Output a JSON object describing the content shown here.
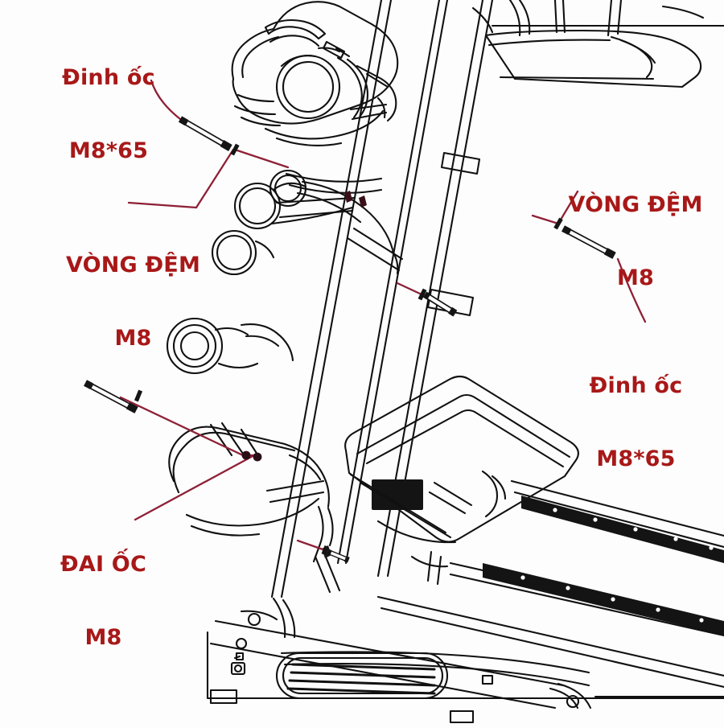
{
  "diagram": {
    "title": "Treadmill upright / console assembly hardware callouts",
    "subject": "treadmill-frame-exploded-view",
    "style": "black line-art technical drawing with red callout labels",
    "colors": {
      "background": "#fdfdfd",
      "line": "#111111",
      "label_text": "#a81818",
      "leader_line": "#8e2036",
      "hardware_fill": "#1a1a1a"
    },
    "labels": [
      {
        "id": "screw-top-left",
        "line1": "Đinh ốc",
        "line2": "M8*65",
        "part": "bolt",
        "size": "M8*65",
        "position": "top-left"
      },
      {
        "id": "washer-left",
        "line1": "VÒNG ĐỆM",
        "line2": "M8",
        "part": "washer",
        "size": "M8",
        "position": "upper-left"
      },
      {
        "id": "washer-right",
        "line1": "VÒNG ĐỆM",
        "line2": "M8",
        "part": "washer",
        "size": "M8",
        "position": "upper-right"
      },
      {
        "id": "screw-bottom-right",
        "line1": "Đinh ốc",
        "line2": "M8*65",
        "part": "bolt",
        "size": "M8*65",
        "position": "middle-right"
      },
      {
        "id": "nut-bottom-left",
        "line1": "ĐAI ỐC",
        "line2": "M8",
        "part": "nut",
        "size": "M8",
        "position": "lower-left"
      }
    ],
    "callout_count": 5,
    "hardware_items": [
      "Đinh ốc M8*65",
      "VÒNG ĐỆM M8",
      "ĐAI ỐC M8"
    ]
  }
}
